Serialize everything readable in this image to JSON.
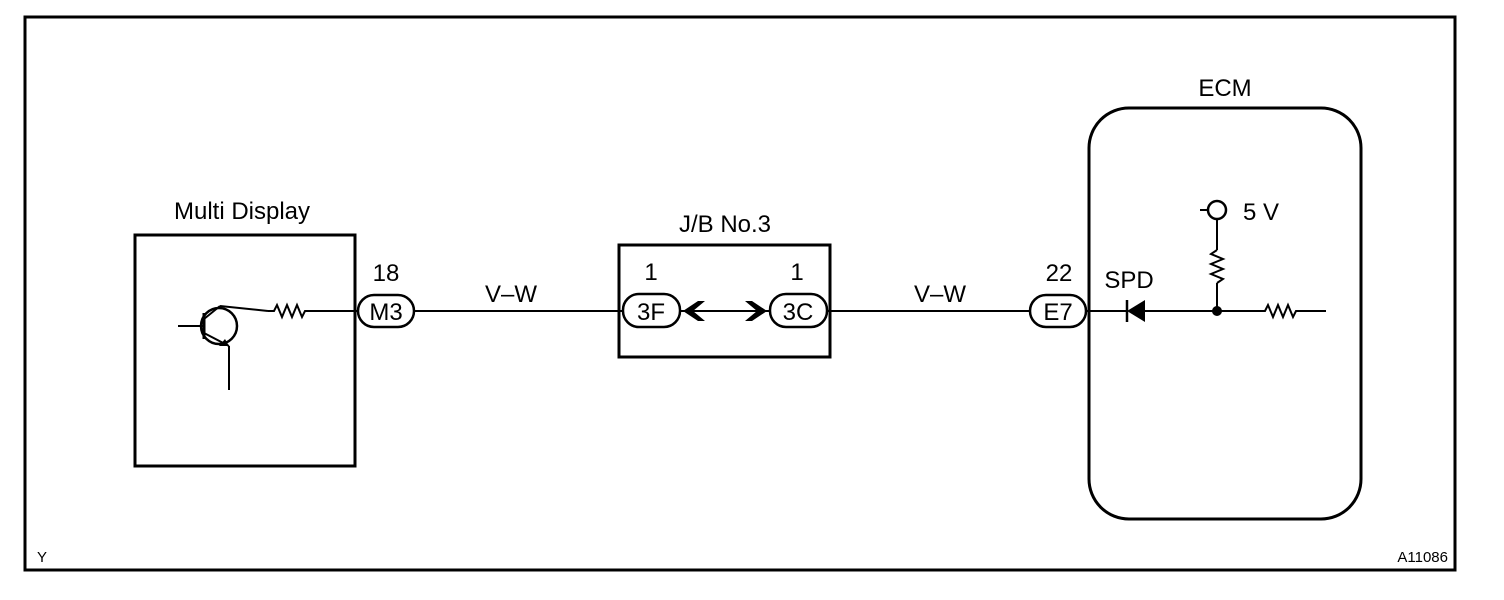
{
  "components": {
    "multi_display": "Multi Display",
    "junction_block": "J/B No.3",
    "ecm": "ECM"
  },
  "connectors": {
    "m3": {
      "code": "M3",
      "pin": "18"
    },
    "jb_3f": {
      "code": "3F",
      "pin": "1"
    },
    "jb_3c": {
      "code": "3C",
      "pin": "1"
    },
    "e7": {
      "code": "E7",
      "pin": "22"
    }
  },
  "wires": {
    "left": "V–W",
    "right": "V–W"
  },
  "ecm_internal": {
    "supply": "5 V",
    "terminal": "SPD"
  },
  "footer": {
    "left": "Y",
    "right": "A11086"
  }
}
